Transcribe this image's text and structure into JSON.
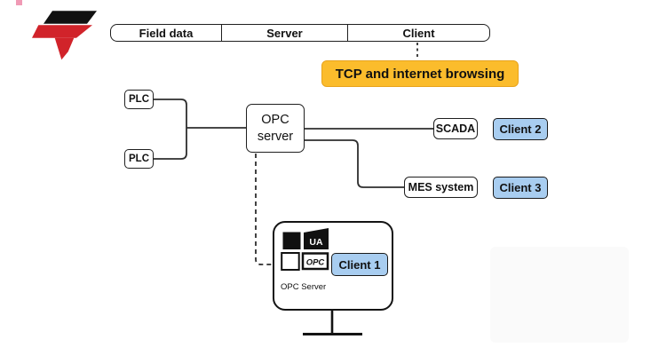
{
  "topbar": {
    "segments": [
      {
        "label": "Field data"
      },
      {
        "label": "Server"
      },
      {
        "label": "Client"
      }
    ]
  },
  "note": {
    "label": "TCP and internet browsing"
  },
  "plc_top": {
    "label": "PLC"
  },
  "plc_bottom": {
    "label": "PLC"
  },
  "opc_server": {
    "line1": "OPC",
    "line2": "server"
  },
  "scada": {
    "label": "SCADA"
  },
  "mes": {
    "label": "MES system"
  },
  "clients": {
    "client1": "Client 1",
    "client2": "Client 2",
    "client3": "Client 3"
  },
  "monitor": {
    "label": "OPC Server",
    "logo_ua": "UA",
    "logo_opc": "OPC"
  },
  "colors": {
    "note_fill": "#fbbc2c",
    "client_fill": "#a8cdf0",
    "connector_line": "#2e2e2e",
    "logo_red": "#d1232a",
    "logo_black": "#111111",
    "marker_pink": "#f09ab5"
  }
}
